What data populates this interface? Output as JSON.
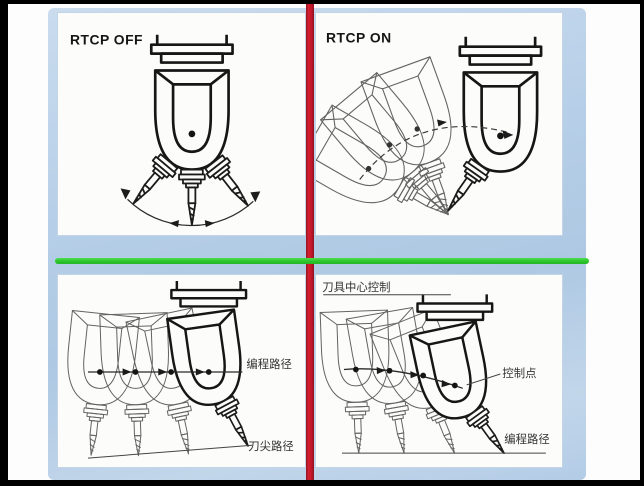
{
  "panels": {
    "top_left": {
      "title": "RTCP OFF"
    },
    "top_right": {
      "title": "RTCP ON"
    },
    "bottom_left": {
      "label_program_path": "编程路径",
      "label_tooltip_path": "刀尖路径"
    },
    "bottom_right": {
      "label_tool_center_control": "刀具中心控制",
      "label_control_point": "控制点",
      "label_program_path": "编程路径"
    }
  },
  "colors": {
    "divider_red": "#c01528",
    "divider_green": "#2cc42c",
    "panel_blue": "#b7cfe8",
    "sketch_bold": "#161616",
    "sketch_light": "#636363"
  }
}
